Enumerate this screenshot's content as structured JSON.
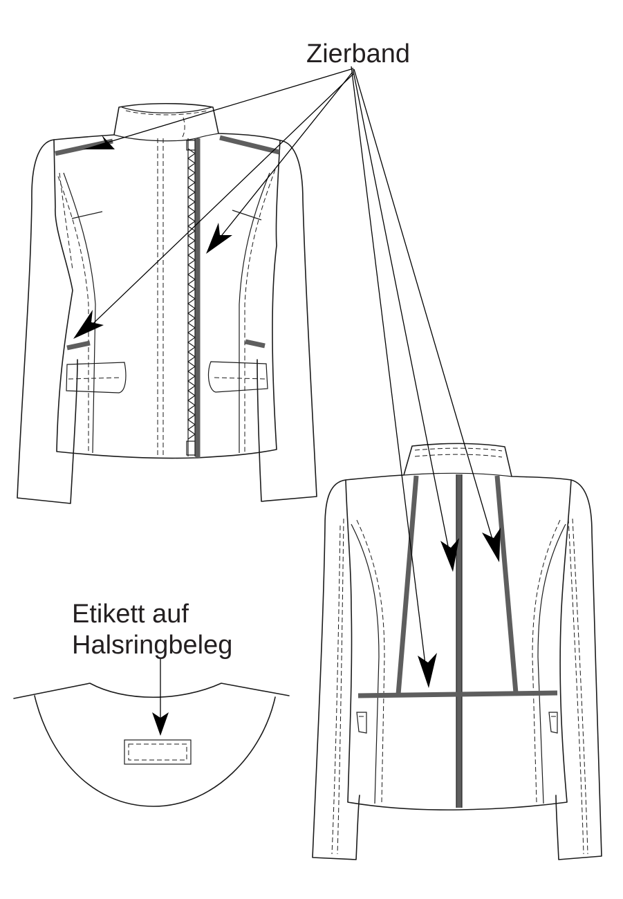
{
  "labels": {
    "zierband": "Zierband",
    "etikett_line1": "Etikett auf",
    "etikett_line2": "Halsringbeleg"
  },
  "colors": {
    "line": "#1a1a1a",
    "tape": "#5e5e5e",
    "text": "#231f20",
    "background": "#ffffff"
  }
}
